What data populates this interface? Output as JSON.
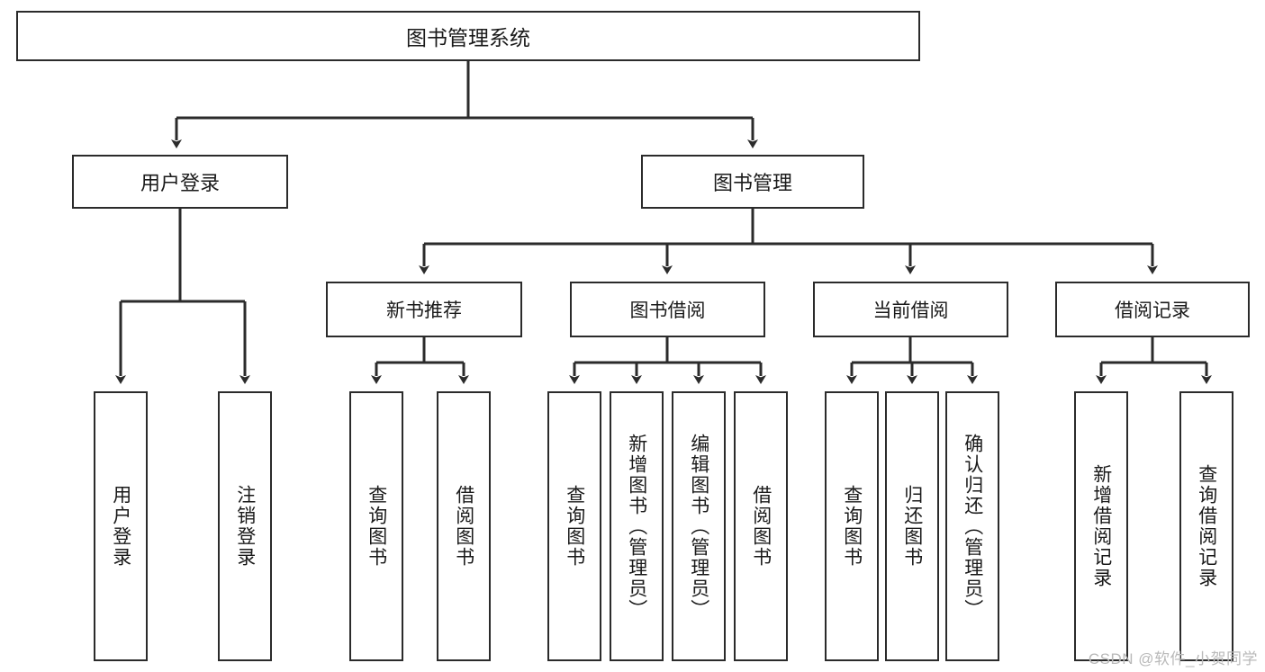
{
  "diagram": {
    "title": "图书管理系统",
    "type": "function-hierarchy-tree",
    "root": {
      "label": "图书管理系统"
    },
    "level2": [
      {
        "label": "用户登录"
      },
      {
        "label": "图书管理"
      }
    ],
    "level3": [
      {
        "label": "新书推荐"
      },
      {
        "label": "图书借阅"
      },
      {
        "label": "当前借阅"
      },
      {
        "label": "借阅记录"
      }
    ],
    "leaves": {
      "user_login": [
        {
          "label": "用户登录"
        },
        {
          "label": "注销登录"
        }
      ],
      "new_book_recommend": [
        {
          "label": "查询图书"
        },
        {
          "label": "借阅图书"
        }
      ],
      "book_borrow": [
        {
          "label": "查询图书"
        },
        {
          "label": "新增图书（管理员）"
        },
        {
          "label": "编辑图书（管理员）"
        },
        {
          "label": "借阅图书"
        }
      ],
      "current_borrow": [
        {
          "label": "查询图书"
        },
        {
          "label": "归还图书"
        },
        {
          "label": "确认归还（管理员）"
        }
      ],
      "borrow_record": [
        {
          "label": "新增借阅记录"
        },
        {
          "label": "查询借阅记录"
        }
      ]
    }
  },
  "watermark": {
    "text": "CSDN @软件_小贺同学"
  },
  "colors": {
    "stroke": "#2b2b2b",
    "background": "#ffffff",
    "text": "#1a1a1a",
    "watermark": "#b9b9b9"
  }
}
